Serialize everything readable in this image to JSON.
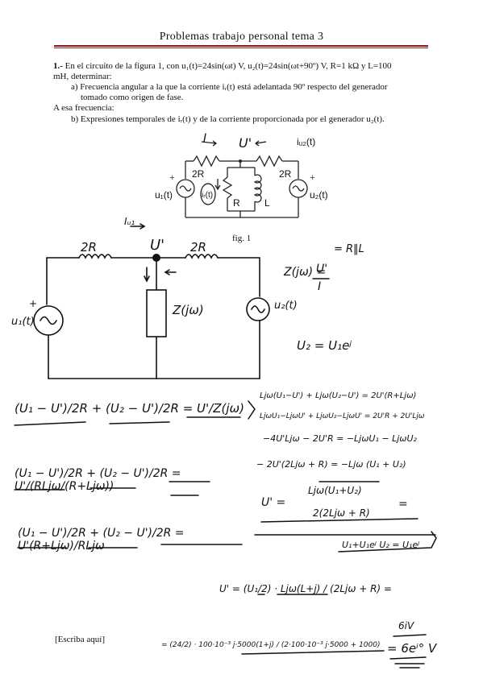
{
  "header": {
    "title": "Problemas trabajo personal tema 3"
  },
  "problem": {
    "number": "1.-",
    "intro_line1": "En el circuito de la figura 1, con u₁(t)=24sin(ωt) V, u₂(t)=24sin(ωt+90º) V, R=1 kΩ y L=100",
    "intro_line2": "mH, determinar:",
    "a_line1": "a)  Frecuencia angular a la que la corriente iᵣ(t) está adelantada 90º respecto del generador",
    "a_line2": "tomado como origen de fase.",
    "freq_note": "A esa frecuencia:",
    "b_line": "b)  Expresiones temporales de iᵣ(t) y de la corriente proporcionada por el generador u₂(t)."
  },
  "figure": {
    "caption": "fig. 1",
    "labels": {
      "r2_left": "2R",
      "r2_right": "2R",
      "r": "R",
      "l": "L",
      "u1": "u₁(t)",
      "u2": "u₂(t)",
      "iu2": "iᵤ₂(t)",
      "ir": "iᵣ(t)"
    },
    "hand_top": {
      "current": "I",
      "node": "U'",
      "arrow": "←"
    }
  },
  "handwriting": {
    "i_u1": "Iᵤ₁",
    "node_u": "U'",
    "zleft": "2R",
    "zright": "2R",
    "zjw": "Z(jω)",
    "u1t": "u₁(t)",
    "u2t": "u₂(t)",
    "z_def": "Z(jω) =",
    "z_frac_num": "U'",
    "z_frac_den": "I",
    "z_rhs": "= R‖L",
    "u2_rel": "U₂ = U₁eʲ",
    "eq1": "(U₁ − U')/2R + (U₂ − U')/2R = U'/Z(jω)",
    "eq2": "(U₁ − U')/2R + (U₂ − U')/2R = U'/(RLjω/(R+Ljω))",
    "eq3": "(U₁ − U')/2R + (U₂ − U')/2R = U'(R+Ljω)/RLjω",
    "r1": "Ljω(U₁−U') + Ljω(U₂−U') = 2U'(R+Ljω)",
    "r2": "LjωU₁−LjωU' + LjωU₂−LjωU' = 2U'R + 2U'Ljω",
    "r3": "−4U'Ljω − 2U'R = −LjωU₁ − LjωU₂",
    "r4": "− 2U'(2Ljω + R) = −Ljω (U₁ + U₂)",
    "r5_lhs": "U' =",
    "r5_num": "Ljω(U₁+U₂)",
    "r5_den": "2(2Ljω + R)",
    "r5_eq": "=",
    "boxed": "U₁+U₁eʲ  U₂ = U₁eʲ",
    "r6": "U' = (U₁/2) · Ljω(L+j) / (2Ljω + R) =",
    "r7": "= (24/2) · 100·10⁻³ j·5000(1+j) / (2·100·10⁻³ j·5000 + 1000)",
    "answer_top": "6iV",
    "answer": "= 6eⁱ° V",
    "placeholder": "[Escriba aquí]"
  }
}
